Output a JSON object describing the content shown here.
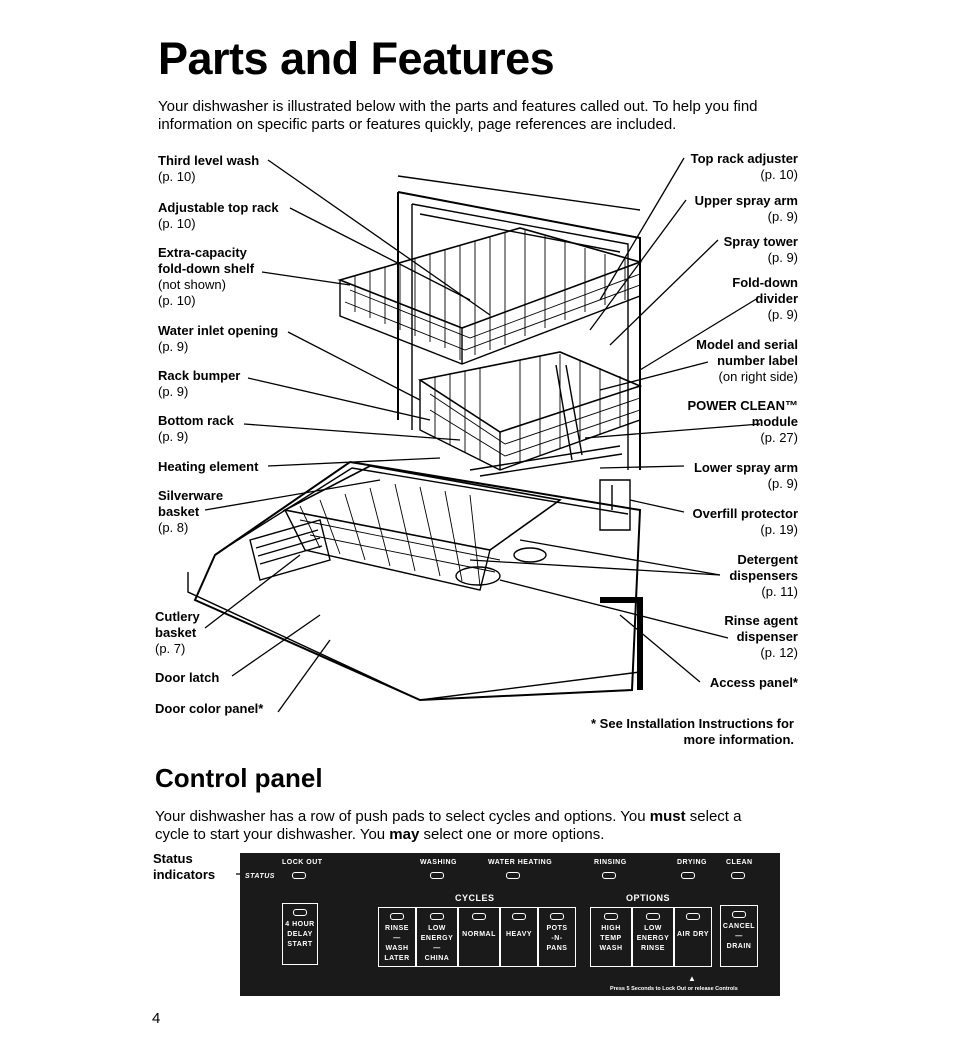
{
  "title": "Parts and Features",
  "intro": "Your dishwasher is illustrated below with the parts and features called out. To help you find information on specific parts or features quickly, page references are included.",
  "labels_left": [
    {
      "name": "Third level wash",
      "page": "(p. 10)"
    },
    {
      "name": "Adjustable top rack",
      "page": "(p. 10)"
    },
    {
      "name1": "Extra-capacity",
      "name2": "fold-down shelf",
      "note": "(not shown)",
      "page": "(p. 10)"
    },
    {
      "name": "Water inlet opening",
      "page": "(p. 9)"
    },
    {
      "name": "Rack bumper",
      "page": "(p. 9)"
    },
    {
      "name": "Bottom rack",
      "page": "(p. 9)"
    },
    {
      "name": "Heating element"
    },
    {
      "name1": "Silverware",
      "name2": "basket",
      "page": "(p. 8)"
    },
    {
      "name1": "Cutlery",
      "name2": "basket",
      "page": "(p. 7)"
    },
    {
      "name": "Door latch"
    },
    {
      "name": "Door color panel*"
    }
  ],
  "labels_right": [
    {
      "name": "Top rack adjuster",
      "page": "(p. 10)"
    },
    {
      "name": "Upper spray arm",
      "page": "(p. 9)"
    },
    {
      "name": "Spray tower",
      "page": "(p. 9)"
    },
    {
      "name1": "Fold-down",
      "name2": "divider",
      "page": "(p. 9)"
    },
    {
      "name1": "Model and serial",
      "name2": "number label",
      "note": "(on right side)"
    },
    {
      "name1": "POWER CLEAN™",
      "name2": "module",
      "page": "(p. 27)"
    },
    {
      "name": "Lower spray arm",
      "page": "(p. 9)"
    },
    {
      "name": "Overfill protector",
      "page": "(p. 19)"
    },
    {
      "name1": "Detergent",
      "name2": "dispensers",
      "page": "(p. 11)"
    },
    {
      "name1": "Rinse agent",
      "name2": "dispenser",
      "page": "(p. 12)"
    },
    {
      "name": "Access panel*"
    }
  ],
  "footnote": "* See Installation Instructions for more information.",
  "control_panel": {
    "title": "Control panel",
    "text_a": "Your dishwasher has a row of push pads to select cycles and options. You ",
    "must": "must",
    "text_b": " select a cycle to start your dishwasher. You ",
    "may": "may",
    "text_c": " select one or more options.",
    "status_label_1": "Status",
    "status_label_2": "indicators",
    "status_word": "STATUS",
    "indicators": [
      "LOCK OUT",
      "WASHING",
      "WATER HEATING",
      "RINSING",
      "DRYING",
      "CLEAN"
    ],
    "cycles_heading": "CYCLES",
    "options_heading": "OPTIONS",
    "delay_pad": [
      "4 HOUR",
      "DELAY",
      "START"
    ],
    "cycle_pads": [
      [
        "RINSE",
        "—",
        "WASH",
        "LATER"
      ],
      [
        "LOW",
        "ENERGY",
        "—",
        "CHINA"
      ],
      [
        "NORMAL"
      ],
      [
        "HEAVY"
      ],
      [
        "POTS",
        "-N-",
        "PANS"
      ]
    ],
    "option_pads": [
      [
        "HIGH",
        "TEMP",
        "WASH"
      ],
      [
        "LOW",
        "ENERGY",
        "RINSE"
      ],
      [
        "AIR DRY"
      ]
    ],
    "cancel_pad": [
      "CANCEL",
      "—",
      "DRAIN"
    ],
    "hold_note": "Press 5 Seconds to Lock Out or release Controls"
  },
  "page_number": "4"
}
